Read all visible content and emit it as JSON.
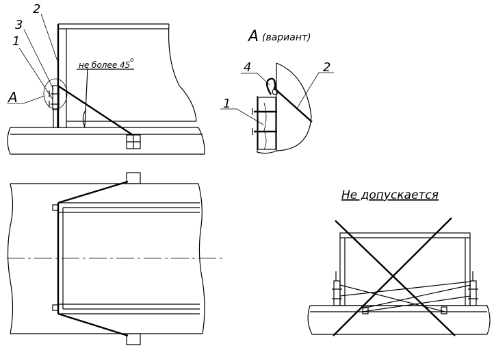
{
  "labels": {
    "callout_2": "2",
    "callout_3": "3",
    "callout_1": "1",
    "callout_A": "A",
    "angle_note": "не более 45",
    "angle_degree": "o",
    "detail_title_letter": "A",
    "detail_title_note": "(вариант)",
    "detail_callout_4": "4",
    "detail_callout_2": "2",
    "detail_callout_1": "1",
    "not_allowed_title": "Не допускается"
  }
}
